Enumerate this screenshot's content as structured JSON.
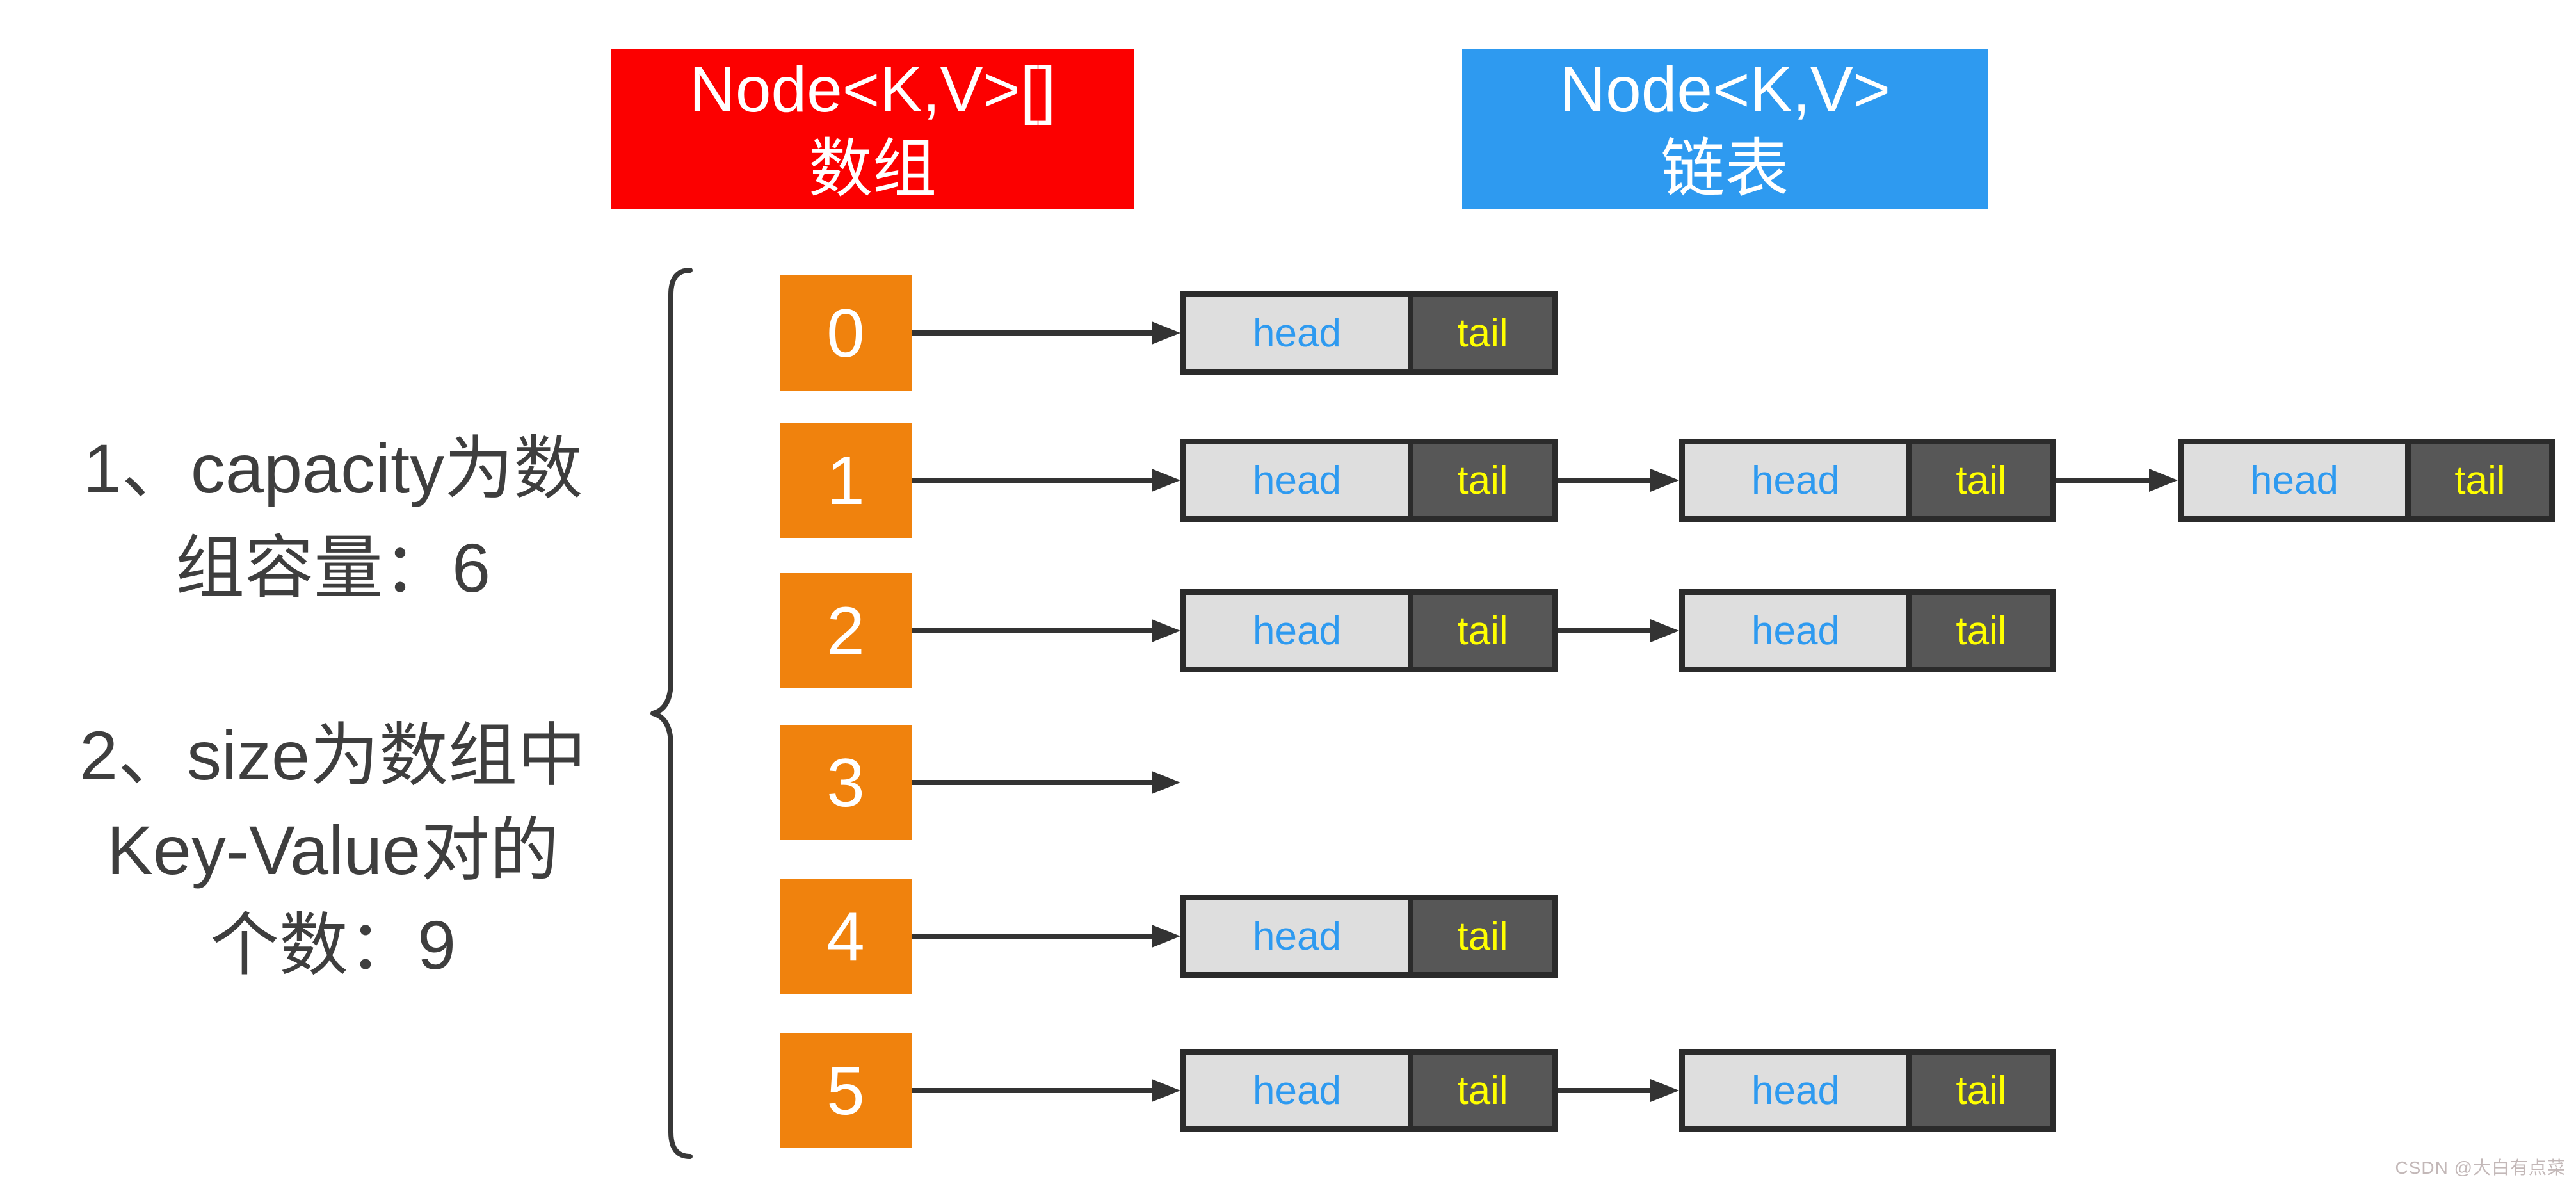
{
  "page": {
    "watermark": "CSDN @大白有点菜"
  },
  "headers": {
    "array": {
      "title": "Node<K,V>[]",
      "subtitle": "数组"
    },
    "linked_list": {
      "title": "Node<K,V>",
      "subtitle": "链表"
    }
  },
  "notes": {
    "capacity": {
      "lines": [
        "1、capacity为数",
        "组容量：6"
      ]
    },
    "size": {
      "lines": [
        "2、size为数组中",
        "Key-Value对的",
        "个数：9"
      ]
    }
  },
  "hash_table": {
    "capacity": 6,
    "size": 9,
    "buckets": [
      {
        "index": "0",
        "node_count": 1
      },
      {
        "index": "1",
        "node_count": 3
      },
      {
        "index": "2",
        "node_count": 2
      },
      {
        "index": "3",
        "node_count": 0
      },
      {
        "index": "4",
        "node_count": 1
      },
      {
        "index": "5",
        "node_count": 2
      }
    ]
  },
  "node_labels": {
    "head": "head",
    "tail": "tail"
  },
  "colors": {
    "page_bg": "#FFFFFF",
    "array_header_bg": "#FC0000",
    "list_header_bg": "#2E9AF0",
    "header_text": "#FFFFFF",
    "bucket_bg": "#F0820D",
    "bucket_text": "#FFFFFF",
    "node_border": "#2B2B2B",
    "node_head_bg": "#DEDEDE",
    "node_tail_bg": "#575757",
    "node_head_text": "#2E9AF0",
    "node_tail_text": "#FFFF00",
    "arrow": "#333333",
    "brace": "#383838",
    "note_text": "#3E3E3E",
    "watermark": "#C3B8B8"
  }
}
